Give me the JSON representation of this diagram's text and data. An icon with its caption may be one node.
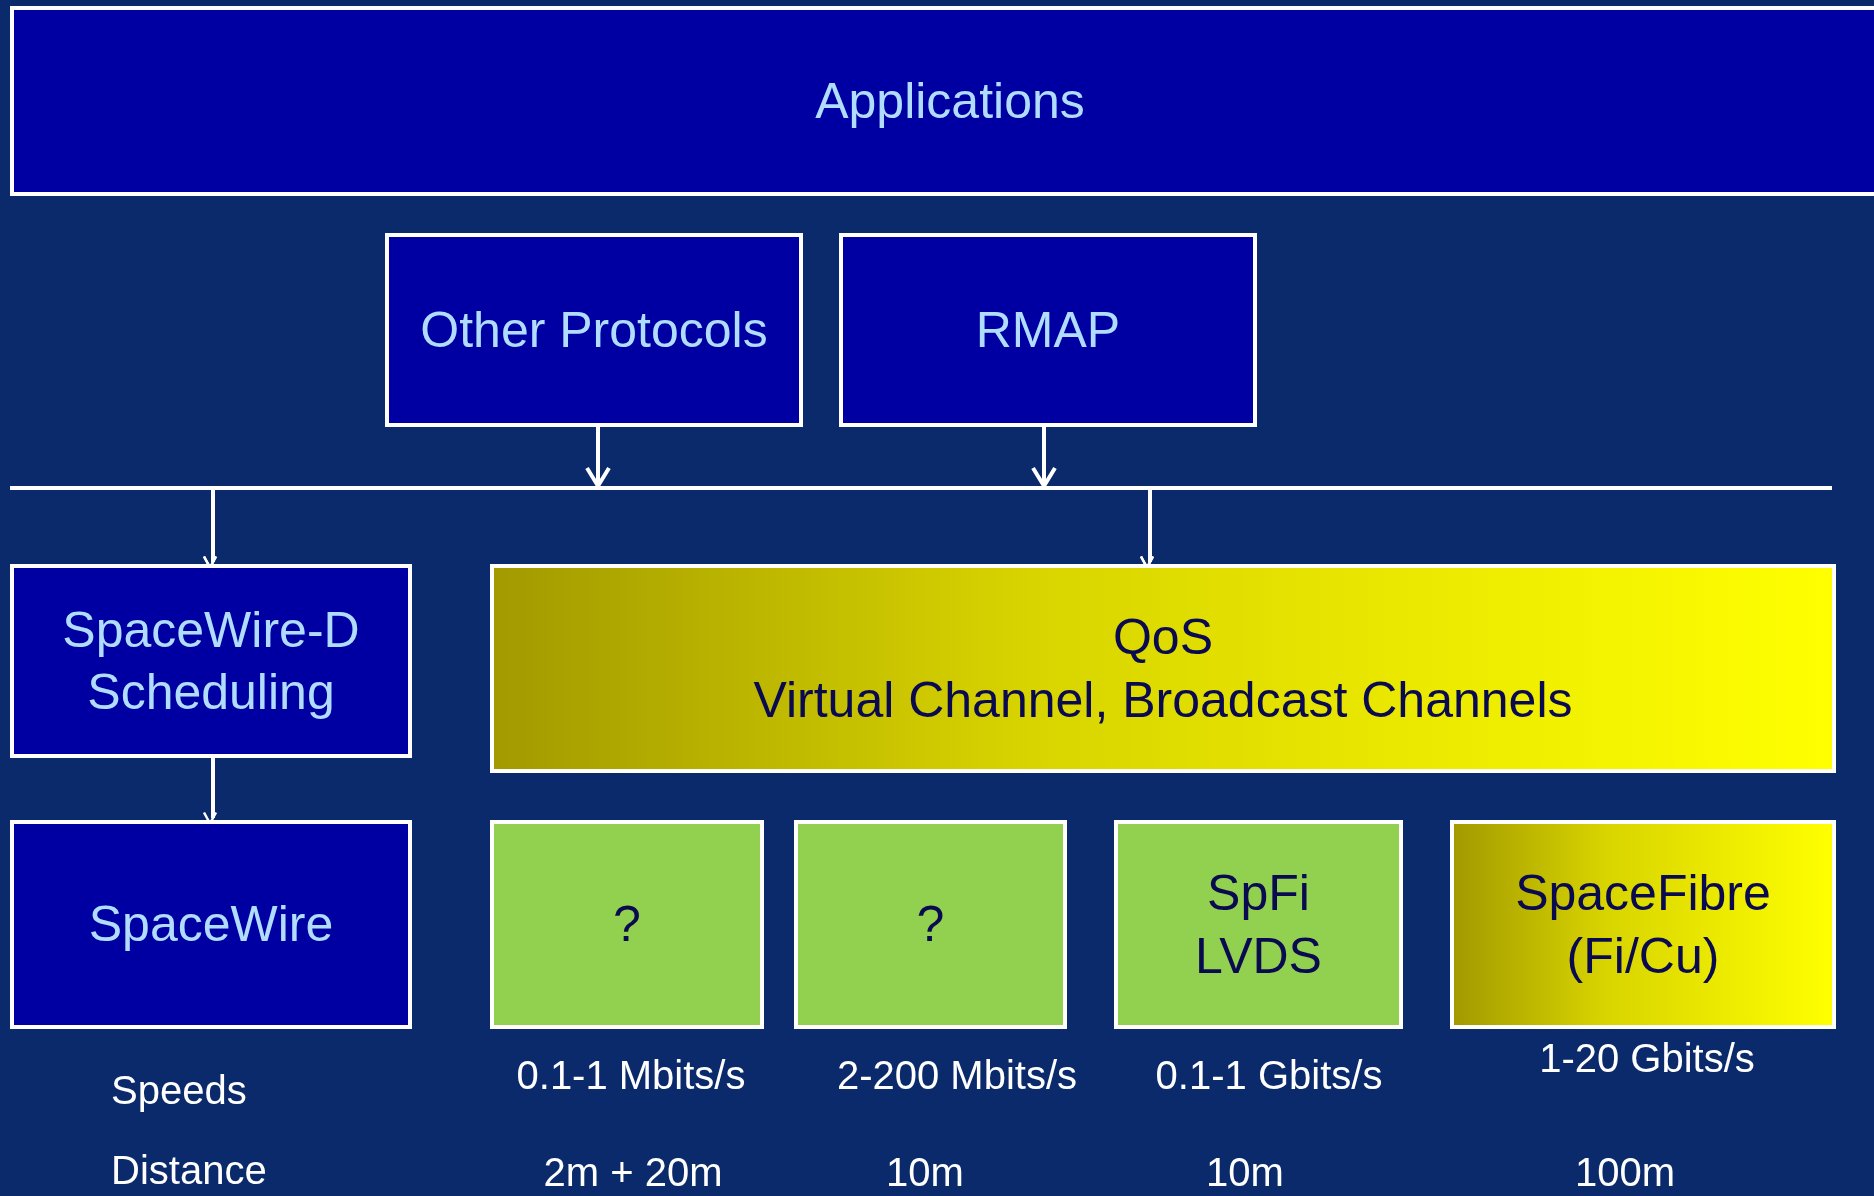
{
  "diagram": {
    "nodes": [
      {
        "text": [
          "Applications"
        ]
      },
      {
        "text": [
          "Other Protocols"
        ]
      },
      {
        "text": [
          "RMAP"
        ]
      },
      {
        "text": [
          "SpaceWire-D",
          "Scheduling"
        ]
      },
      {
        "text": [
          "QoS",
          "Virtual Channel, Broadcast Channels"
        ]
      },
      {
        "text": [
          "SpaceWire"
        ]
      },
      {
        "text": [
          "?"
        ]
      },
      {
        "text": [
          "?"
        ]
      },
      {
        "text": [
          "SpFi",
          "LVDS"
        ]
      },
      {
        "text": [
          "SpaceFibre",
          "(Fi/Cu)"
        ]
      }
    ],
    "edges": [
      {
        "from": 1,
        "to": 3,
        "arrow": "to"
      },
      {
        "from": 1,
        "to": 4,
        "arrow": "to"
      },
      {
        "from": 2,
        "to": 3,
        "arrow": "to"
      },
      {
        "from": 2,
        "to": 4,
        "arrow": "to"
      },
      {
        "from": 3,
        "to": 5,
        "arrow": "to"
      }
    ],
    "labels": [
      "Speeds",
      "0.1-1 Mbits/s",
      "2-200 Mbits/s",
      "0.1-1 Gbits/s",
      "1-20 Gbits/s",
      "Distance",
      "2m + 20m",
      "10m",
      "10m",
      "100m"
    ]
  }
}
